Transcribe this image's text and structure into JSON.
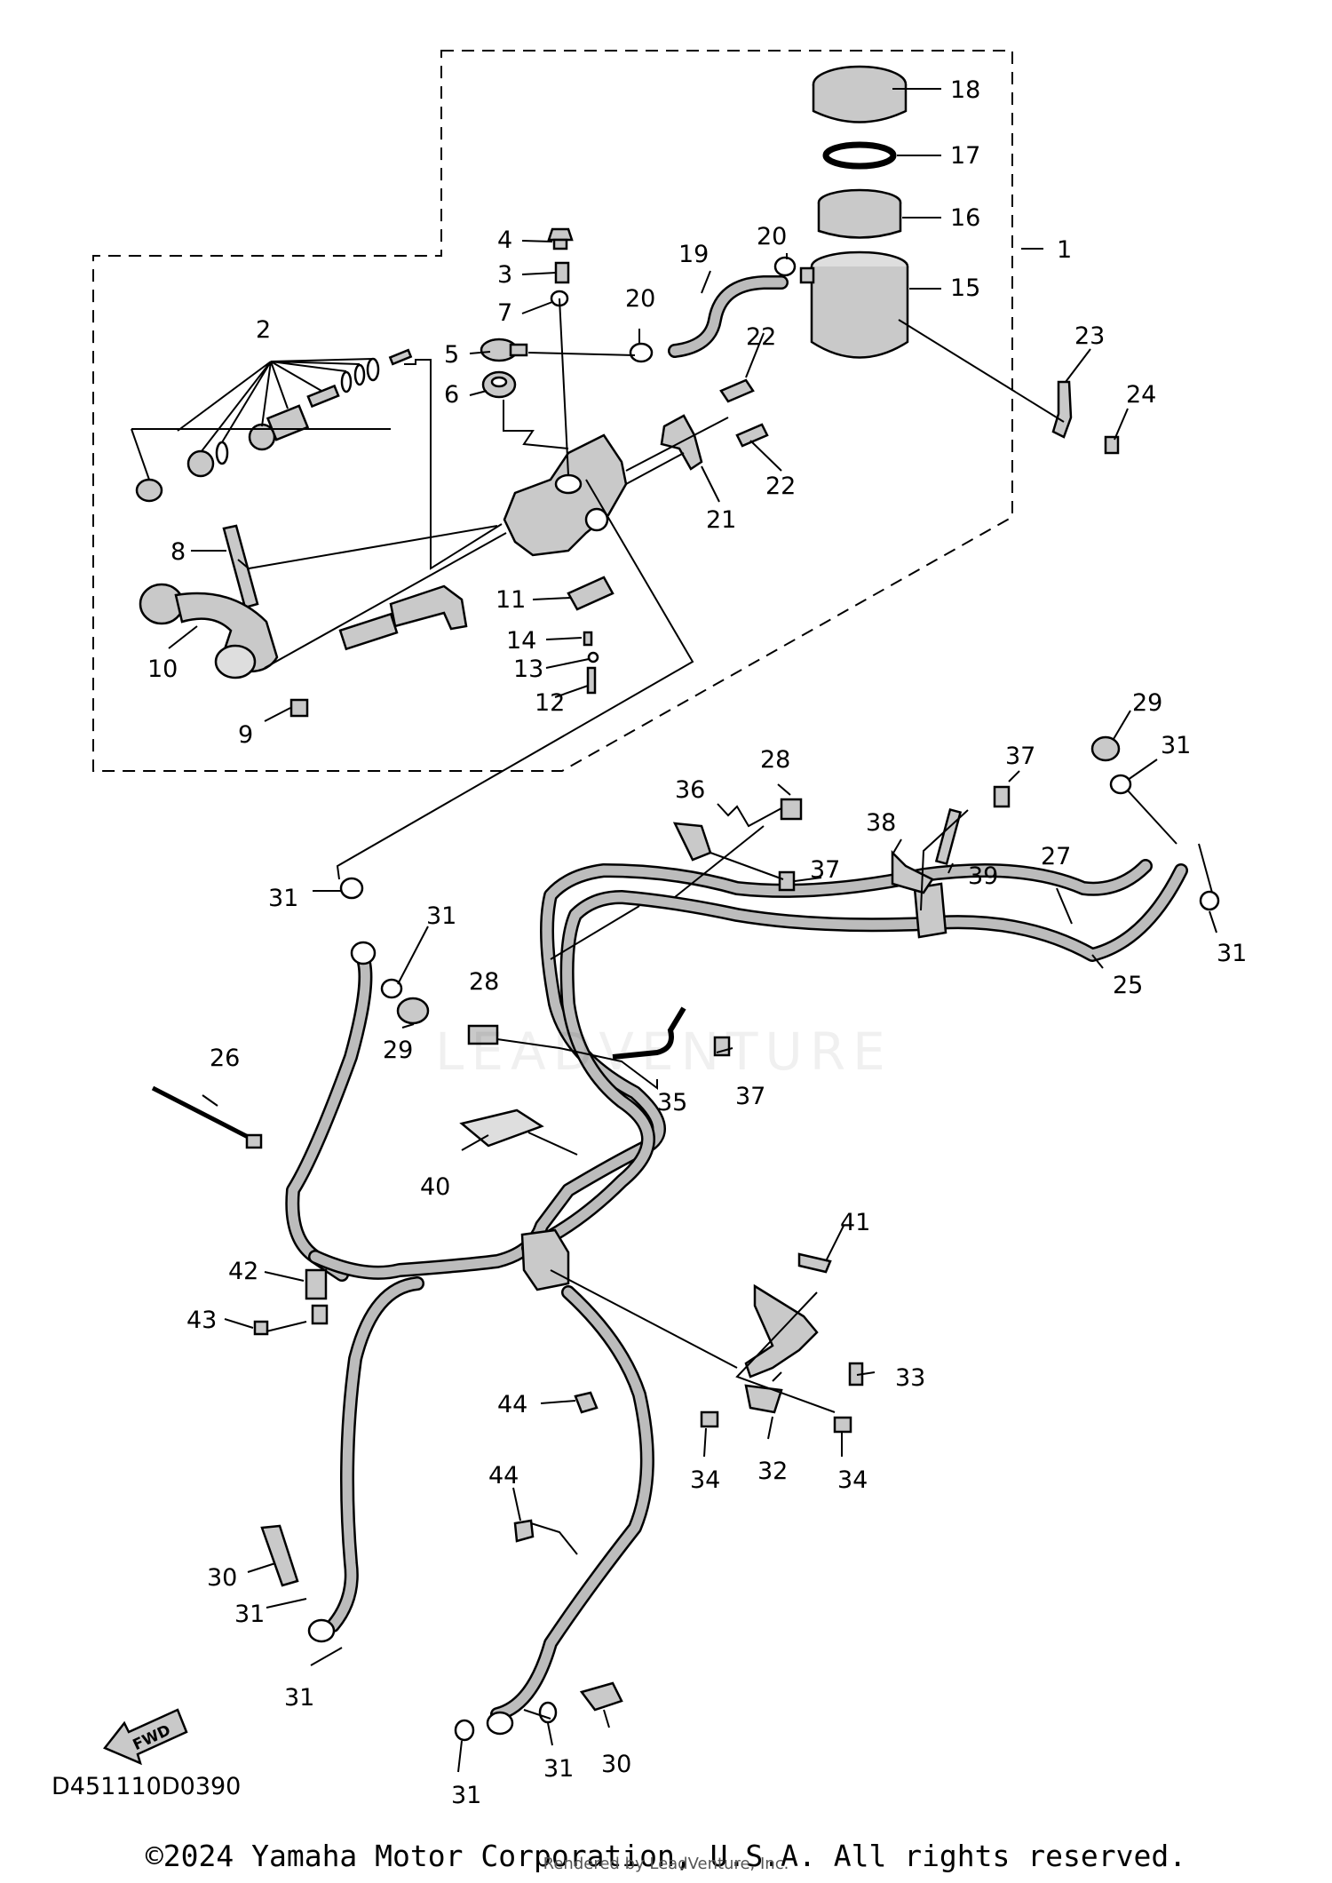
{
  "diagram": {
    "catalog_code": "D451110D0390",
    "copyright": "©2024 Yamaha Motor Corporation, U.S.A. All rights reserved.",
    "render_credit": "Rendered by LeadVenture, Inc.",
    "watermark": "LEADVENTURE",
    "fwd_label": "FWD",
    "callouts": [
      "1",
      "2",
      "3",
      "4",
      "5",
      "6",
      "7",
      "8",
      "9",
      "10",
      "11",
      "12",
      "13",
      "14",
      "15",
      "16",
      "17",
      "18",
      "19",
      "20",
      "20",
      "21",
      "22",
      "22",
      "23",
      "24",
      "25",
      "26",
      "27",
      "28",
      "28",
      "29",
      "29",
      "30",
      "30",
      "31",
      "31",
      "31",
      "31",
      "31",
      "31",
      "31",
      "31",
      "32",
      "33",
      "34",
      "34",
      "35",
      "36",
      "37",
      "37",
      "37",
      "38",
      "39",
      "40",
      "41",
      "42",
      "43",
      "44",
      "44"
    ]
  }
}
